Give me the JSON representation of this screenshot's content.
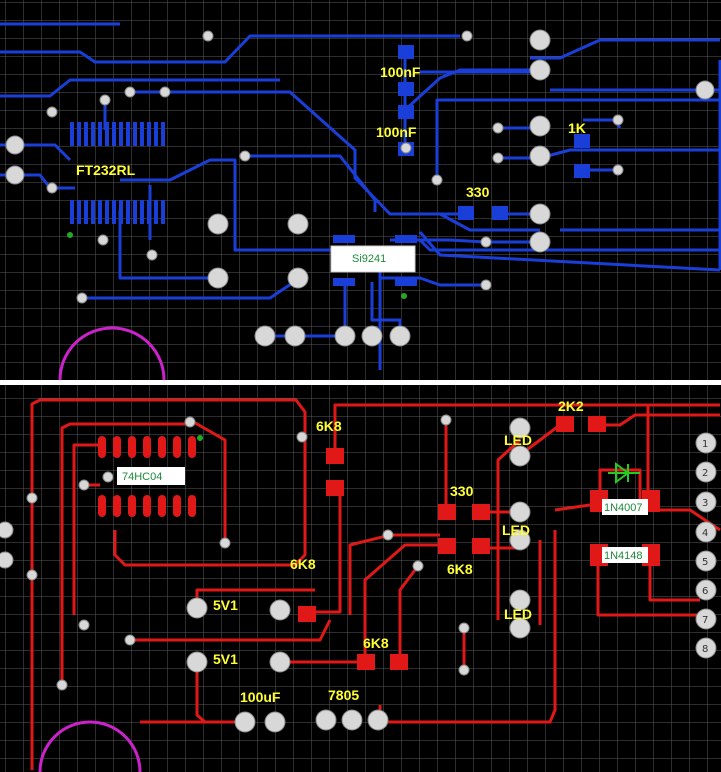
{
  "top_board": {
    "labels": [
      "100nF",
      "100nF",
      "1K",
      "330",
      "FT232RL"
    ],
    "chip_label": "Si9241"
  },
  "bottom_board": {
    "labels": [
      "6K8",
      "2K2",
      "LED",
      "330",
      "LED",
      "6K8",
      "LED",
      "6K8",
      "5V1",
      "5V1",
      "6K8",
      "100uF",
      "7805"
    ],
    "chip_labels": [
      "74HC04",
      "1N4007",
      "1N4148"
    ],
    "connector_pins": [
      "1",
      "2",
      "3",
      "4",
      "5",
      "6",
      "7",
      "8"
    ]
  },
  "colors": {
    "grid": "#5a5a5a",
    "top_trace": "#1a3fd8",
    "bottom_trace": "#e01818",
    "silkscreen": "#cc22cc",
    "label": "#ffff33",
    "chip_label_bg": "#ffffff",
    "divider": "#ffffff"
  }
}
